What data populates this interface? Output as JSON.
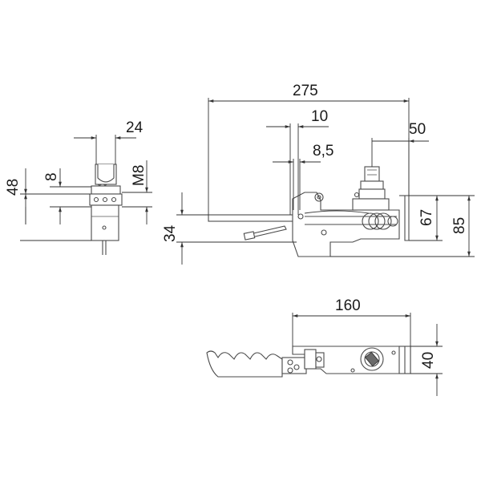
{
  "dimensions": {
    "front_width": "24",
    "front_height": "48",
    "front_offset": "8",
    "front_thread": "M8",
    "side_length": "275",
    "side_10": "10",
    "side_8_5": "8,5",
    "side_50": "50",
    "side_34": "34",
    "side_67": "67",
    "side_85": "85",
    "top_length": "160",
    "top_height": "40"
  },
  "colors": {
    "line": "#4a4a4a",
    "dimension": "#333333",
    "text": "#1a1a1a"
  }
}
